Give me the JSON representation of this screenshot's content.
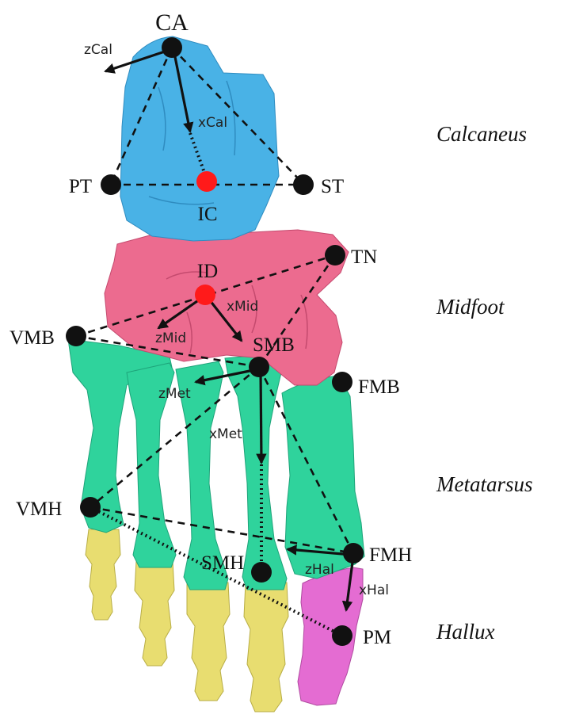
{
  "landmarks": {
    "ca": "CA",
    "pt": "PT",
    "st": "ST",
    "ic": "IC",
    "tn": "TN",
    "id": "ID",
    "vmb": "VMB",
    "smb": "SMB",
    "fmb": "FMB",
    "vmh": "VMH",
    "smh": "SMH",
    "fmh": "FMH",
    "pm": "PM"
  },
  "axes": {
    "zcal": "zCal",
    "xcal": "xCal",
    "zmid": "zMid",
    "xmid": "xMid",
    "zmet": "zMet",
    "xmet": "xMet",
    "zhal": "zHal",
    "xhal": "xHal"
  },
  "regions": {
    "calcaneus": "Calcaneus",
    "midfoot": "Midfoot",
    "metatarsus": "Metatarsus",
    "hallux": "Hallux"
  },
  "colors": {
    "calcaneus": "#49b2e6",
    "midfoot": "#ec6b8f",
    "metatarsus": "#2fd39c",
    "toes": "#e8dd70",
    "hallux": "#e46cd2",
    "landmark": "#111111",
    "center_point": "#ff1a1a"
  }
}
